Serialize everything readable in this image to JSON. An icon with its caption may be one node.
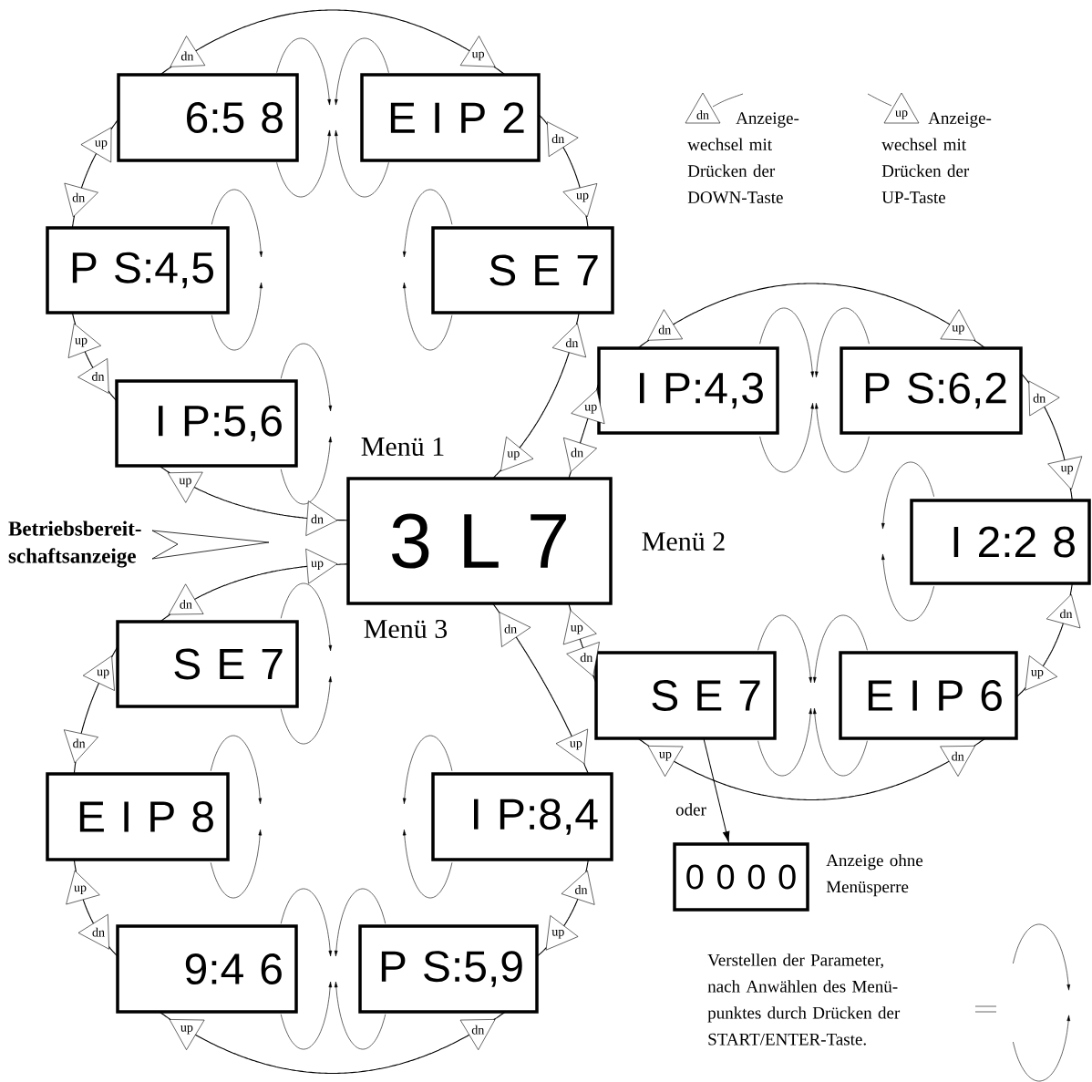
{
  "diagram": {
    "nodes": [
      {
        "text": [
          "3 L 7"
        ]
      },
      {
        "text": [
          "6:5 8"
        ]
      },
      {
        "text": [
          "E I P 2"
        ]
      },
      {
        "text": [
          "P S:4,5"
        ]
      },
      {
        "text": [
          "S E 7"
        ]
      },
      {
        "text": [
          "I P:5,6"
        ]
      },
      {
        "text": [
          "I P:4,3"
        ]
      },
      {
        "text": [
          "P S:6,2"
        ]
      },
      {
        "text": [
          "I 2:2 8"
        ]
      },
      {
        "text": [
          "S E 7"
        ]
      },
      {
        "text": [
          "E I P 6"
        ]
      },
      {
        "text": [
          "S E 7"
        ]
      },
      {
        "text": [
          "E I P 8"
        ]
      },
      {
        "text": [
          "I P:8,4"
        ]
      },
      {
        "text": [
          "9:4 6"
        ]
      },
      {
        "text": [
          "P S:5,9"
        ]
      },
      {
        "text": [
          "0 0 0 0"
        ],
        "beside": [
          "Anzeige ohne Menüsperre"
        ]
      },
      {
        "text": [
          "Betriebsbereit- schaftsanzeige"
        ]
      },
      {
        "text": [
          "dn"
        ]
      },
      {
        "text": [
          "up"
        ]
      },
      {
        "text": [
          "up"
        ]
      },
      {
        "text": [
          "dn"
        ]
      },
      {
        "text": [
          "up"
        ]
      },
      {
        "text": [
          "dn"
        ]
      },
      {
        "text": [
          "dn"
        ]
      },
      {
        "text": [
          "up"
        ]
      },
      {
        "text": [
          "dn"
        ]
      },
      {
        "text": [
          "up"
        ]
      },
      {
        "text": [
          "up"
        ]
      },
      {
        "text": [
          "dn"
        ]
      },
      {
        "text": [
          "dn"
        ]
      },
      {
        "text": [
          "up"
        ]
      },
      {
        "text": [
          "dn"
        ]
      },
      {
        "text": [
          "up"
        ]
      },
      {
        "text": [
          "dn"
        ]
      },
      {
        "text": [
          "up"
        ]
      },
      {
        "text": [
          "dn"
        ]
      },
      {
        "text": [
          "up"
        ]
      },
      {
        "text": [
          "up"
        ]
      },
      {
        "text": [
          "dn"
        ]
      },
      {
        "text": [
          "up"
        ]
      },
      {
        "text": [
          "dn"
        ]
      },
      {
        "text": [
          "up"
        ]
      },
      {
        "text": [
          "dn"
        ]
      },
      {
        "text": [
          "up"
        ]
      },
      {
        "text": [
          "dn"
        ]
      },
      {
        "text": [
          "up"
        ]
      },
      {
        "text": [
          "dn"
        ]
      },
      {
        "text": [
          "up"
        ]
      },
      {
        "text": [
          "dn"
        ]
      },
      {
        "text": [
          "dn"
        ]
      },
      {
        "text": [
          "up"
        ]
      },
      {
        "text": [
          "dn"
        ]
      },
      {
        "text": [
          "up"
        ]
      }
    ],
    "edges": [
      {
        "from": 0,
        "to": 18,
        "arrow": "none"
      },
      {
        "from": 18,
        "to": 19,
        "arrow": "none"
      },
      {
        "from": 19,
        "to": 5,
        "arrow": "none"
      },
      {
        "from": 3,
        "to": 20,
        "arrow": "none"
      },
      {
        "from": 20,
        "to": 21,
        "arrow": "none"
      },
      {
        "from": 21,
        "to": 5,
        "arrow": "none"
      },
      {
        "from": 1,
        "to": 22,
        "arrow": "none"
      },
      {
        "from": 22,
        "to": 23,
        "arrow": "none"
      },
      {
        "from": 23,
        "to": 3,
        "arrow": "none"
      },
      {
        "from": 1,
        "to": 24,
        "arrow": "none"
      },
      {
        "from": 24,
        "to": 25,
        "arrow": "none"
      },
      {
        "from": 25,
        "to": 2,
        "arrow": "none"
      },
      {
        "from": 2,
        "to": 26,
        "arrow": "none"
      },
      {
        "from": 26,
        "to": 27,
        "arrow": "none"
      },
      {
        "from": 27,
        "to": 4,
        "arrow": "none"
      },
      {
        "from": 0,
        "to": 28,
        "arrow": "none"
      },
      {
        "from": 28,
        "to": 29,
        "arrow": "none"
      },
      {
        "from": 29,
        "to": 4,
        "arrow": "none"
      },
      {
        "from": 0,
        "to": 30,
        "arrow": "none"
      },
      {
        "from": 30,
        "to": 31,
        "arrow": "none"
      },
      {
        "from": 31,
        "to": 6,
        "arrow": "none"
      },
      {
        "from": 6,
        "to": 32,
        "arrow": "none"
      },
      {
        "from": 32,
        "to": 33,
        "arrow": "none"
      },
      {
        "from": 33,
        "to": 7,
        "arrow": "none"
      },
      {
        "from": 7,
        "to": 34,
        "arrow": "none"
      },
      {
        "from": 34,
        "to": 35,
        "arrow": "none"
      },
      {
        "from": 35,
        "to": 8,
        "arrow": "none"
      },
      {
        "from": 8,
        "to": 36,
        "arrow": "none"
      },
      {
        "from": 36,
        "to": 37,
        "arrow": "none"
      },
      {
        "from": 37,
        "to": 10,
        "arrow": "none"
      },
      {
        "from": 9,
        "to": 38,
        "arrow": "none"
      },
      {
        "from": 38,
        "to": 39,
        "arrow": "none"
      },
      {
        "from": 39,
        "to": 10,
        "arrow": "none"
      },
      {
        "from": 0,
        "to": 40,
        "arrow": "none"
      },
      {
        "from": 40,
        "to": 41,
        "arrow": "none"
      },
      {
        "from": 41,
        "to": 9,
        "arrow": "none"
      },
      {
        "from": 0,
        "to": 42,
        "arrow": "none"
      },
      {
        "from": 42,
        "to": 43,
        "arrow": "none"
      },
      {
        "from": 43,
        "to": 11,
        "arrow": "none"
      },
      {
        "from": 11,
        "to": 44,
        "arrow": "none"
      },
      {
        "from": 44,
        "to": 45,
        "arrow": "none"
      },
      {
        "from": 45,
        "to": 12,
        "arrow": "none"
      },
      {
        "from": 12,
        "to": 46,
        "arrow": "none"
      },
      {
        "from": 46,
        "to": 47,
        "arrow": "none"
      },
      {
        "from": 47,
        "to": 14,
        "arrow": "none"
      },
      {
        "from": 14,
        "to": 48,
        "arrow": "none"
      },
      {
        "from": 48,
        "to": 49,
        "arrow": "none"
      },
      {
        "from": 49,
        "to": 15,
        "arrow": "none"
      },
      {
        "from": 13,
        "to": 50,
        "arrow": "none"
      },
      {
        "from": 50,
        "to": 51,
        "arrow": "none"
      },
      {
        "from": 51,
        "to": 15,
        "arrow": "none"
      },
      {
        "from": 0,
        "to": 52,
        "arrow": "none"
      },
      {
        "from": 52,
        "to": 53,
        "arrow": "none"
      },
      {
        "from": 53,
        "to": 13,
        "arrow": "none"
      },
      {
        "from": 9,
        "to": 16,
        "arrow": "to",
        "label": "oder"
      },
      {
        "from": 17,
        "to": null,
        "arrow": "to"
      }
    ],
    "labels": [
      "dn",
      "up",
      "Menü 1",
      "Menü 2",
      "Menü 3"
    ],
    "legend": [
      {
        "text": "Anzeige- wechsel mit Drücken der DOWN-Taste"
      },
      {
        "text": "Anzeige- wechsel mit Drücken der UP-Taste"
      },
      {
        "text": "Verstellen der Parameter, nach Anwählen des Menü- punktes durch Drücken der START/ENTER-Taste."
      }
    ]
  }
}
